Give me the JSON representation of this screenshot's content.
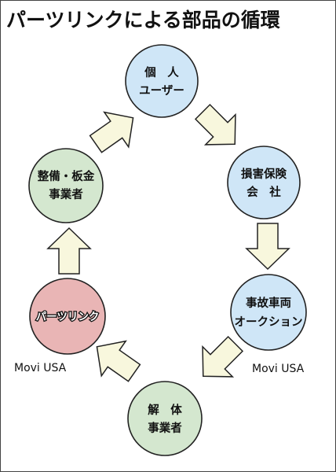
{
  "title": "パーツリンクによる部品の循環",
  "nodes": [
    {
      "id": "individual-user",
      "lines": [
        "個　人",
        "ユーザー"
      ],
      "color": "#cfe6f7"
    },
    {
      "id": "insurance-company",
      "lines": [
        "損害保険",
        "会　社"
      ],
      "color": "#cfe6f7"
    },
    {
      "id": "auction",
      "lines": [
        "事故車両",
        "オークション"
      ],
      "color": "#cfe6f7"
    },
    {
      "id": "dismantler",
      "lines": [
        "解　体",
        "事業者"
      ],
      "color": "#d4e7cf"
    },
    {
      "id": "partslink",
      "lines": [
        "パーツリンク"
      ],
      "color": "#e9b5b5"
    },
    {
      "id": "repair-shop",
      "lines": [
        "整備・板金",
        "事業者"
      ],
      "color": "#d4e7cf"
    }
  ],
  "labels": {
    "movi_left": "Movi USA",
    "movi_right": "Movi USA"
  },
  "colors": {
    "arrow_fill": "#f8f7dd",
    "outline": "#222222"
  }
}
